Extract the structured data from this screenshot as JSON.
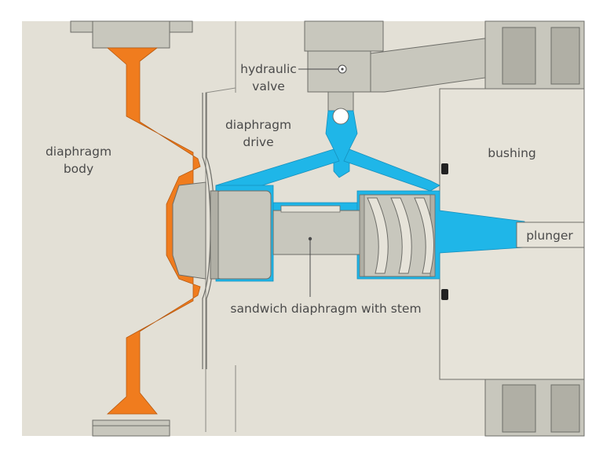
{
  "labels": {
    "diaphragm_body": [
      "diaphragm",
      "body"
    ],
    "hydraulic_valve": [
      "hydraulic",
      "valve"
    ],
    "diaphragm_drive": [
      "diaphragm",
      "drive"
    ],
    "bushing": "bushing",
    "plunger": "plunger",
    "sandwich_diaphragm": "sandwich diaphragm with stem"
  },
  "colors": {
    "background": "#e3e0d6",
    "housing": "#e6e3d9",
    "steel": "#c8c7bd",
    "steel_dark": "#b0afa5",
    "outline": "#6d6d68",
    "hydraulic_fluid": "#1fb6e8",
    "diaphragm_body": "#f07c1e"
  },
  "icons": [
    "valve-dot-icon",
    "stem-dot-icon"
  ]
}
